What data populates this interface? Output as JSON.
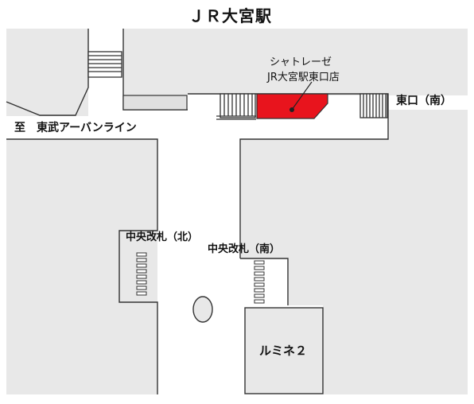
{
  "title": "ＪＲ大宮駅",
  "shop": {
    "name_line1": "シャトレーゼ",
    "name_line2": "JR大宮駅東口店"
  },
  "labels": {
    "east_exit": "東口（南）",
    "tobu_line": "至　東武アーバンライン",
    "central_gate_north": "中央改札（北）",
    "central_gate_south": "中央改札（南）",
    "lumine": "ルミネ２"
  },
  "colors": {
    "block_fill": "#e8e8e8",
    "outline": "#333333",
    "shop_highlight": "#e8141d",
    "marker": "#222222"
  }
}
